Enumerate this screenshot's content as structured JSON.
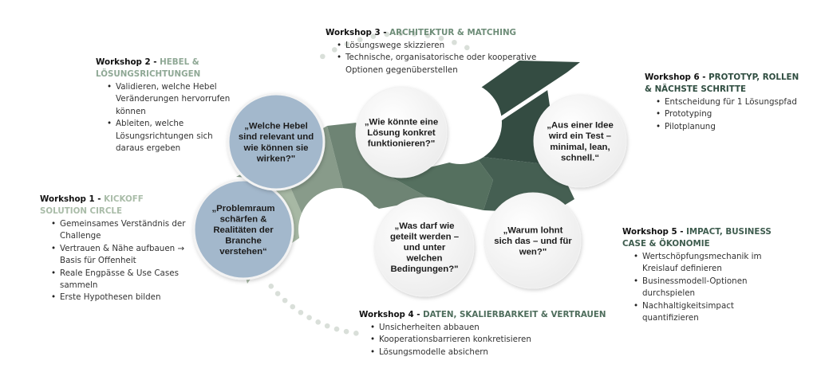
{
  "colors": {
    "ws1_topic": "#a9bca8",
    "ws2_topic": "#8fa895",
    "ws3_topic": "#6e8d78",
    "ws4_topic": "#4e6d5c",
    "ws5_topic": "#3e5c4e",
    "ws6_topic": "#2f4d40",
    "seg1": "#a7b8a4",
    "seg2": "#889b8a",
    "seg3": "#6e8474",
    "seg4": "#55705f",
    "seg5": "#455f52",
    "seg6": "#344c42",
    "bubble_blue": "#a3b8cc",
    "bubble_white": "#f7f7f7",
    "dots": "#d9dfd9"
  },
  "workshops": [
    {
      "label": "Workshop 1 - ",
      "topic": "KICKOFF SOLUTION CIRCLE",
      "bullets": [
        "Gemeinsames Verständnis der Challenge",
        "Vertrauen & Nähe aufbauen → Basis für Offenheit",
        "Reale Engpässe & Use Cases sammeln",
        "Erste Hypothesen bilden"
      ],
      "question": [
        "„Problemraum",
        "schärfen &",
        "Realitäten der",
        "Branche",
        "verstehen“"
      ]
    },
    {
      "label": "Workshop 2 - ",
      "topic": "HEBEL & LÖSUNGSRICHTUNGEN",
      "bullets": [
        "Validieren, welche Hebel Veränderungen hervorrufen können",
        "Ableiten, welche Lösungsrichtungen sich daraus ergeben"
      ],
      "question": [
        "„Welche Hebel",
        "sind relevant und",
        "wie können sie",
        "wirken?\""
      ]
    },
    {
      "label": "Workshop 3 - ",
      "topic": "ARCHITEKTUR & MATCHING",
      "bullets": [
        "Lösungswege skizzieren",
        "Technische, organisatorische oder kooperative Optionen gegenüberstellen"
      ],
      "question": [
        "„Wie könnte eine",
        "Lösung konkret",
        "funktionieren?\""
      ]
    },
    {
      "label": "Workshop 4 - ",
      "topic": "DATEN, SKALIERBARKEIT & VERTRAUEN",
      "bullets": [
        "Unsicherheiten abbauen",
        "Kooperationsbarrieren konkretisieren",
        "Lösungsmodelle absichern"
      ],
      "question": [
        "„Was darf wie",
        "geteilt werden –",
        "und unter",
        "welchen",
        "Bedingungen?\""
      ]
    },
    {
      "label": "Workshop 5 - ",
      "topic": "IMPACT, BUSINESS CASE & ÖKONOMIE",
      "bullets": [
        "Wertschöpfungsmechanik im Kreislauf definieren",
        "Businessmodell-Optionen durchspielen",
        "Nachhaltigkeitsimpact quantifizieren"
      ],
      "question": [
        "„Warum lohnt",
        "sich das – und für",
        "wen?\""
      ]
    },
    {
      "label": "Workshop 6 - ",
      "topic": "PROTOTYP, ROLLEN & NÄCHSTE SCHRITTE",
      "bullets": [
        "Entscheidung für 1 Lösungspfad",
        "Prototyping",
        "Pilotplanung"
      ],
      "question": [
        "„Aus einer Idee",
        "wird ein Test –",
        "minimal, lean,",
        "schnell.“"
      ]
    }
  ]
}
